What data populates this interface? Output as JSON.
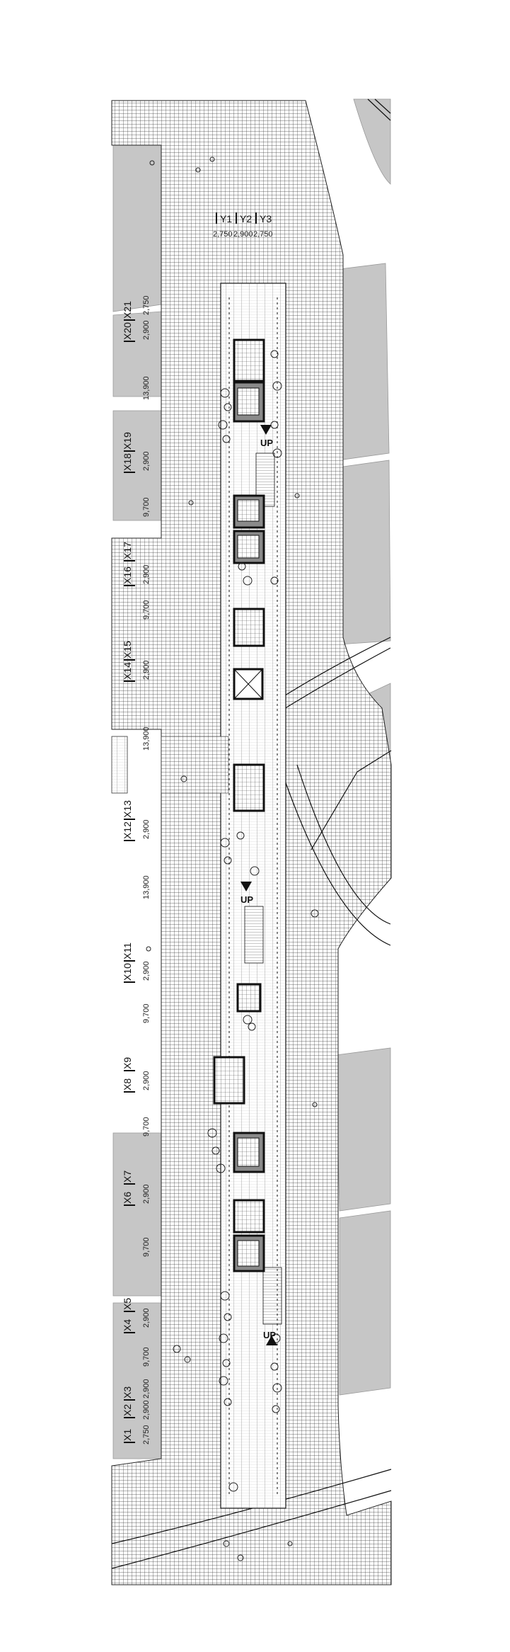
{
  "diagram": {
    "type": "architectural-floor-plan",
    "colors": {
      "paper": "#ffffff",
      "block": "#c6c6c6",
      "grid": "#2a2a2a",
      "wall": "#111111",
      "core": "#808080"
    },
    "grid_y": {
      "labels": [
        "Y1",
        "Y2",
        "Y3"
      ],
      "spacings": [
        "2,750",
        "2,900",
        "2,750"
      ]
    },
    "grid_x": {
      "labels": [
        "X1",
        "X2",
        "X3",
        "X4",
        "X5",
        "X6",
        "X7",
        "X8",
        "X9",
        "X10",
        "X11",
        "X12",
        "X13",
        "X14",
        "X15",
        "X16",
        "X17",
        "X18",
        "X19",
        "X20",
        "X21"
      ],
      "dimensions": [
        "2,750",
        "2,900",
        "2,900",
        "9,700",
        "2,900",
        "9,700",
        "2,900",
        "9,700",
        "2,900",
        "9,700",
        "2,900",
        "13,900",
        "2,900",
        "13,900",
        "2,900",
        "9,700",
        "2,900",
        "9,700",
        "2,900",
        "13,900",
        "2,900",
        "2,750"
      ]
    },
    "up_markers": [
      "UP",
      "UP",
      "UP"
    ]
  }
}
